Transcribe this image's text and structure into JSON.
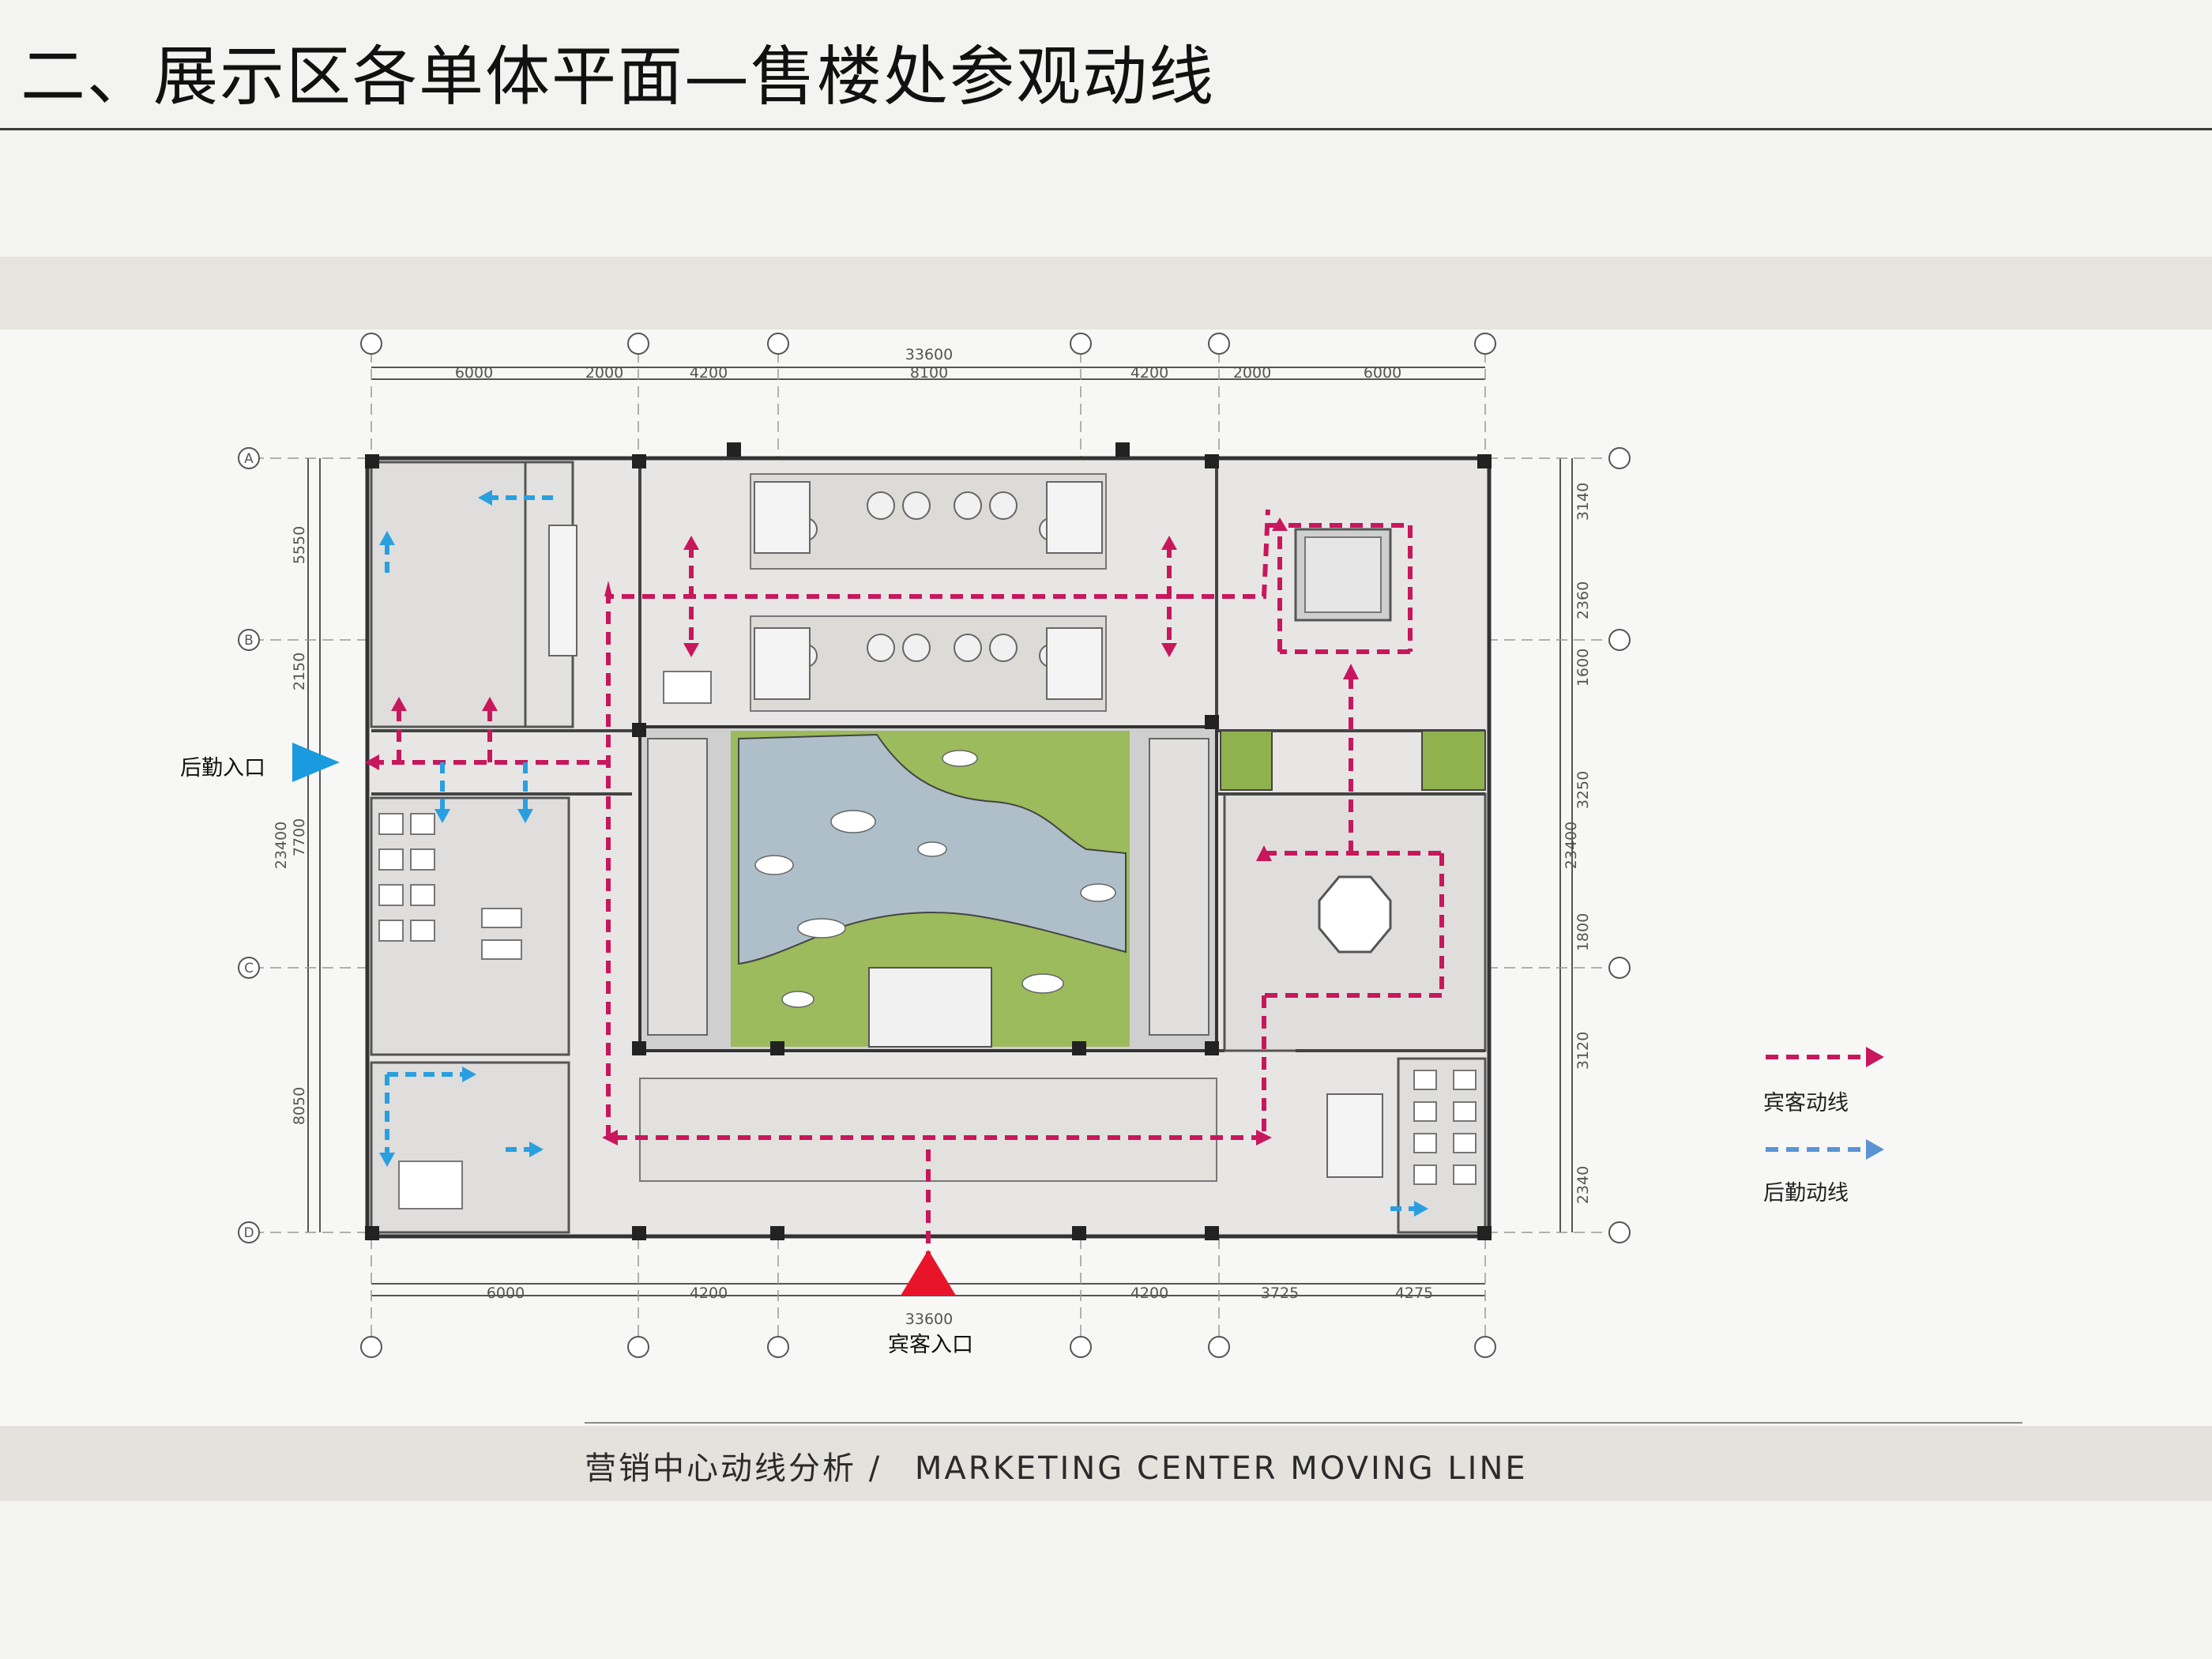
{
  "header": {
    "title": "二、展示区各单体平面—售楼处参观动线"
  },
  "footer": {
    "caption_cn": "营销中心动线分析 /",
    "caption_en": "MARKETING CENTER MOVING LINE"
  },
  "plan": {
    "entrances": {
      "guest": "宾客入口",
      "service": "后勤入口"
    },
    "dimensions": {
      "top": [
        "6000",
        "2000",
        "4200",
        "8100",
        "4200",
        "2000",
        "6000"
      ],
      "top_total": "33600",
      "bottom": [
        "6000",
        "4200",
        "4200",
        "3725",
        "4275"
      ],
      "bottom_total": "33600",
      "right": [
        "3140",
        "2360",
        "1600",
        "3250",
        "1800",
        "3120",
        "2340"
      ],
      "right_total": "23400",
      "left": [
        "5550",
        "2150",
        "7700",
        "8050"
      ],
      "left_total": "23400"
    },
    "grid_axes_left": [
      "A",
      "B",
      "C",
      "D"
    ]
  },
  "legend": {
    "guest_flow": "宾客动线",
    "service_flow": "后勤动线"
  },
  "colors": {
    "guest_flow": "#c8175d",
    "service_flow": "#2a9fe0",
    "guest_entry_marker": "#e8152a",
    "service_entry_marker": "#1a9be0",
    "water": "#aebfc9",
    "lawn": "#9cbb5c"
  }
}
